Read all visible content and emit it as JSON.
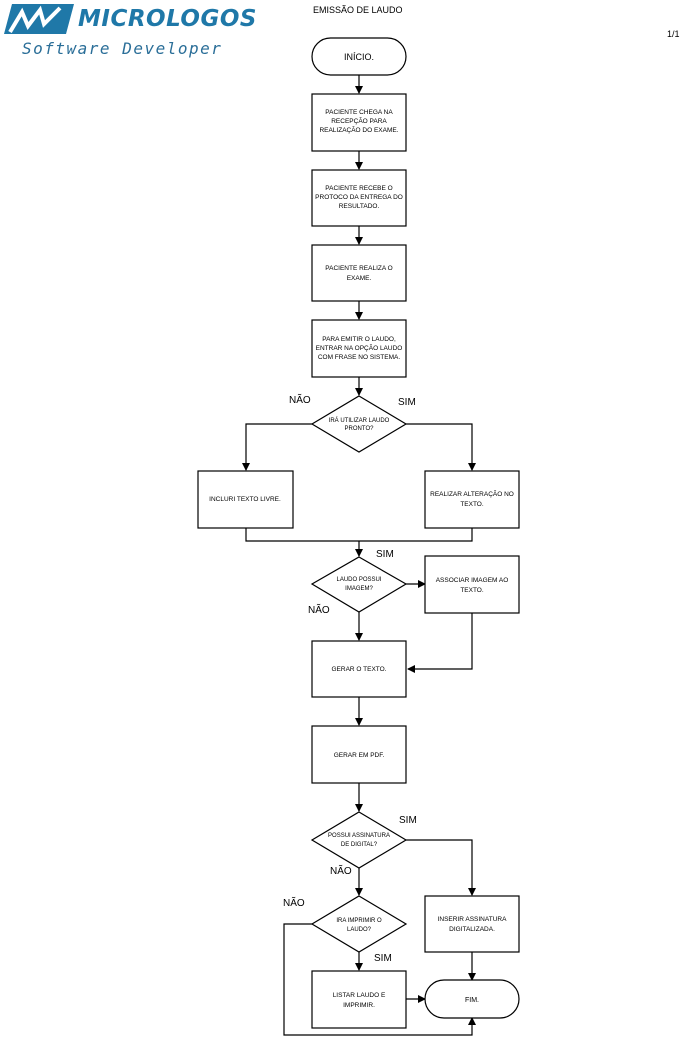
{
  "header": {
    "logo": {
      "icon": "micrologos-logo-mark",
      "name": "MICROLOGOS",
      "tagline": "Software Developer"
    },
    "title": "EMISSÃO DE LAUDO",
    "page": "1/1"
  },
  "flowchart": {
    "nodes": {
      "start": {
        "type": "terminator",
        "label": "INÍCIO."
      },
      "step1": {
        "type": "process",
        "lines": [
          "PACIENTE CHEGA NA",
          "RECEPÇÃO PARA",
          "REALIZAÇÃO DO EXAME."
        ]
      },
      "step2": {
        "type": "process",
        "lines": [
          "PACIENTE RECEBE O",
          "PROTOCO DA ENTREGA DO",
          "RESULTADO."
        ]
      },
      "step3": {
        "type": "process",
        "lines": [
          "PACIENTE REALIZA O",
          "EXAME."
        ]
      },
      "step4": {
        "type": "process",
        "lines": [
          "PARA EMITIR O LAUDO,",
          "ENTRAR NA OPÇÃO LAUDO",
          "COM FRASE  NO SISTEMA."
        ]
      },
      "decision1": {
        "type": "decision",
        "lines": [
          "IRÁ UTILIZAR LAUDO",
          "PRONTO?"
        ]
      },
      "free_text": {
        "type": "process",
        "lines": [
          "INCLURI TEXTO LIVRE."
        ]
      },
      "alter_text": {
        "type": "process",
        "lines": [
          "REALIZAR ALTERAÇÃO NO",
          "TEXTO."
        ]
      },
      "decision2": {
        "type": "decision",
        "lines": [
          "LAUDO POSSUI",
          "IMAGEM?"
        ]
      },
      "assoc_image": {
        "type": "process",
        "lines": [
          "ASSOCIAR IMAGEM AO",
          "TEXTO."
        ]
      },
      "gen_text": {
        "type": "process",
        "lines": [
          "GERAR O TEXTO."
        ]
      },
      "gen_pdf": {
        "type": "process",
        "lines": [
          "GERAR EM PDF."
        ]
      },
      "decision3": {
        "type": "decision",
        "lines": [
          "POSSUI ASSINATURA",
          "DE DIGITAL?"
        ]
      },
      "decision4": {
        "type": "decision",
        "lines": [
          "IRA IMPRIMIR O",
          "LAUDO?"
        ]
      },
      "insert_sign": {
        "type": "process",
        "lines": [
          "INSERIR ASSINATURA",
          "DIGITALIZADA."
        ]
      },
      "print": {
        "type": "process",
        "lines": [
          "LISTAR LAUDO E",
          "IMPRIMIR."
        ]
      },
      "end": {
        "type": "terminator",
        "label": "FIM."
      }
    },
    "branch_labels": {
      "d1_no": "NÃO",
      "d1_yes": "SIM",
      "d2_yes": "SIM",
      "d2_no": "NÃO",
      "d3_yes": "SIM",
      "d3_no": "NÃO",
      "d4_no": "NÃO",
      "d4_yes": "SIM"
    },
    "colors": {
      "stroke": "#000000",
      "fill": "#ffffff",
      "brand": "#1f78a8"
    }
  }
}
